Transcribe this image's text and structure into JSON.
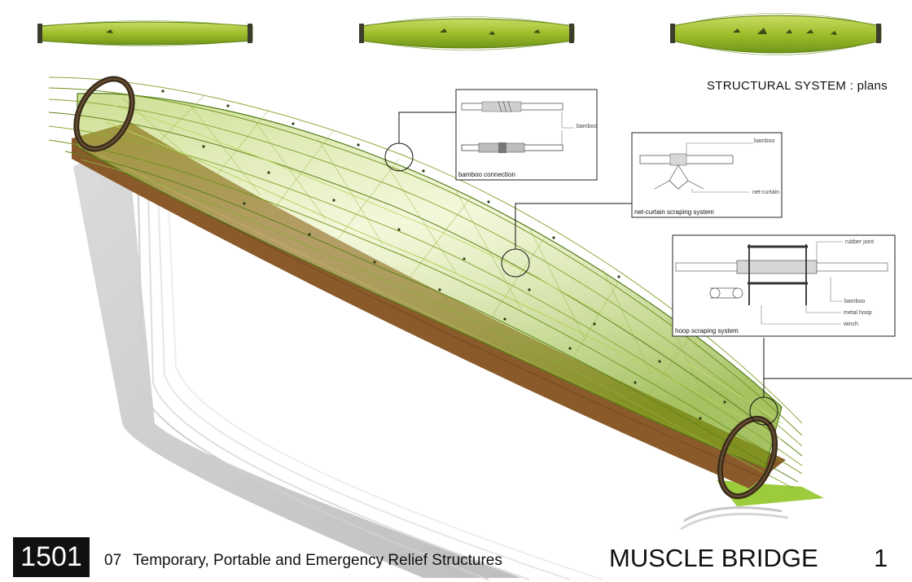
{
  "heading": "STRUCTURAL SYSTEM  :  plans",
  "callouts": {
    "bamboo_connection": {
      "caption": "bamboo connection",
      "labels": [
        "bamboo"
      ]
    },
    "net_curtain": {
      "caption": "net-curtain scraping system",
      "labels": [
        "bamboo",
        "net-curtain"
      ]
    },
    "hoop": {
      "caption": "hoop scraping system",
      "labels": [
        "rubber joint",
        "bamboo",
        "metal hoop",
        "winch"
      ]
    }
  },
  "footer": {
    "project_id": "1501",
    "category_number": "07",
    "category_title": "Temporary, Portable and Emergency Relief Structures",
    "title": "MUSCLE BRIDGE",
    "page": "1"
  },
  "colors": {
    "tube_green": "#8fb52a",
    "tube_dark": "#4f7a14",
    "deck_brown": "#8a5a2a",
    "ring_dark": "#3a2c1c",
    "shadow_gray": "#b5b5b5",
    "ground_green": "#9ccc3c"
  }
}
